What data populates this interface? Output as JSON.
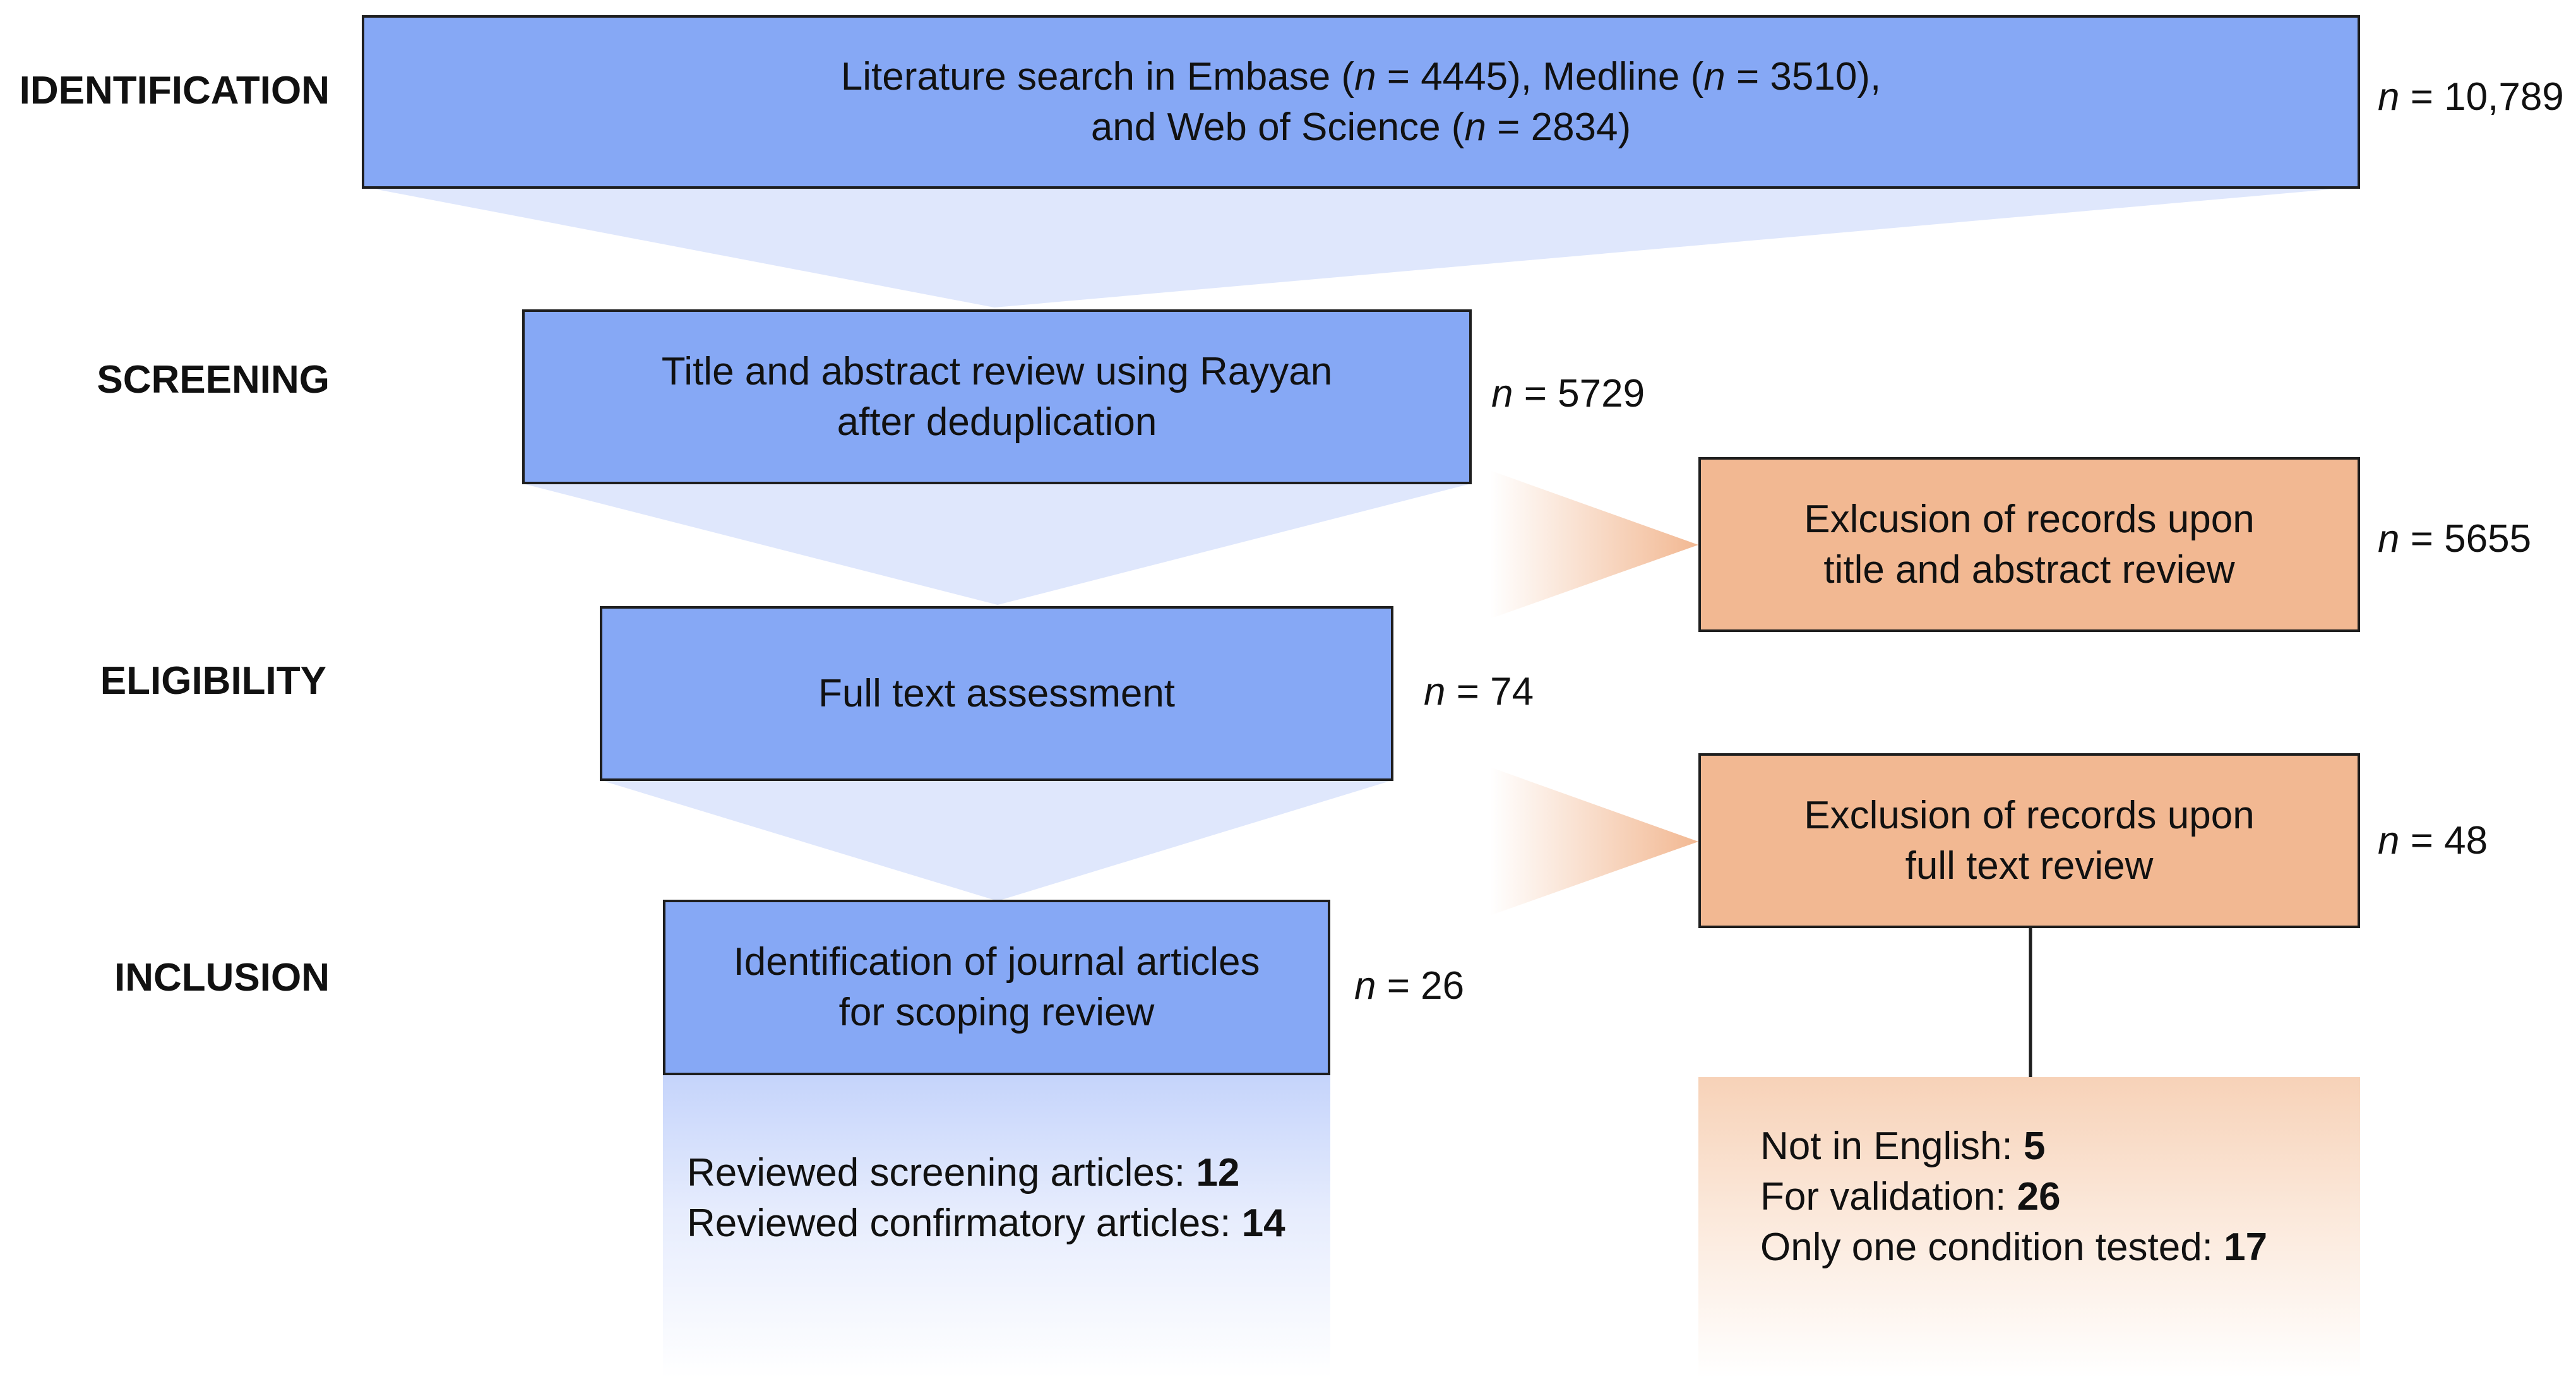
{
  "stages": {
    "identification": "IDENTIFICATION",
    "screening": "SCREENING",
    "eligibility": "ELIGIBILITY",
    "inclusion": "INCLUSION"
  },
  "boxes": {
    "identification": {
      "line1_a": "Literature search in Embase (",
      "line1_n1": "n",
      "line1_b": " = 4445), Medline (",
      "line1_n2": "n",
      "line1_c": " = 3510),",
      "line2_a": "and Web of Science (",
      "line2_n": "n",
      "line2_b": " = 2834)",
      "count": "= 10,789"
    },
    "screening": {
      "line1": "Title and abstract review using Rayyan",
      "line2": "after deduplication",
      "count": "= 5729"
    },
    "eligibility": {
      "line1": "Full text assessment",
      "count": "= 74"
    },
    "inclusion": {
      "line1": "Identification of journal articles",
      "line2": "for scoping review",
      "count": "= 26"
    },
    "exclusion_title": {
      "line1": "Exlcusion of records upon",
      "line2": "title and abstract review",
      "count": "= 5655"
    },
    "exclusion_fulltext": {
      "line1": "Exclusion of records upon",
      "line2": "full text review",
      "count": "= 48"
    }
  },
  "n_symbol": "n",
  "included_breakdown": [
    {
      "label": "Reviewed screening articles: ",
      "value": "12"
    },
    {
      "label": "Reviewed confirmatory articles: ",
      "value": "14"
    }
  ],
  "excluded_breakdown": [
    {
      "label": "Not in English: ",
      "value": "5"
    },
    {
      "label": "For validation: ",
      "value": "26"
    },
    {
      "label": "Only one condition tested: ",
      "value": "17"
    }
  ],
  "colors": {
    "main_box": "#86a8f5",
    "funnel": "#dfe7fc",
    "exclusion_box": "#f2b892",
    "exclusion_arrow": "#f2b892",
    "border": "#1e1e1e"
  }
}
